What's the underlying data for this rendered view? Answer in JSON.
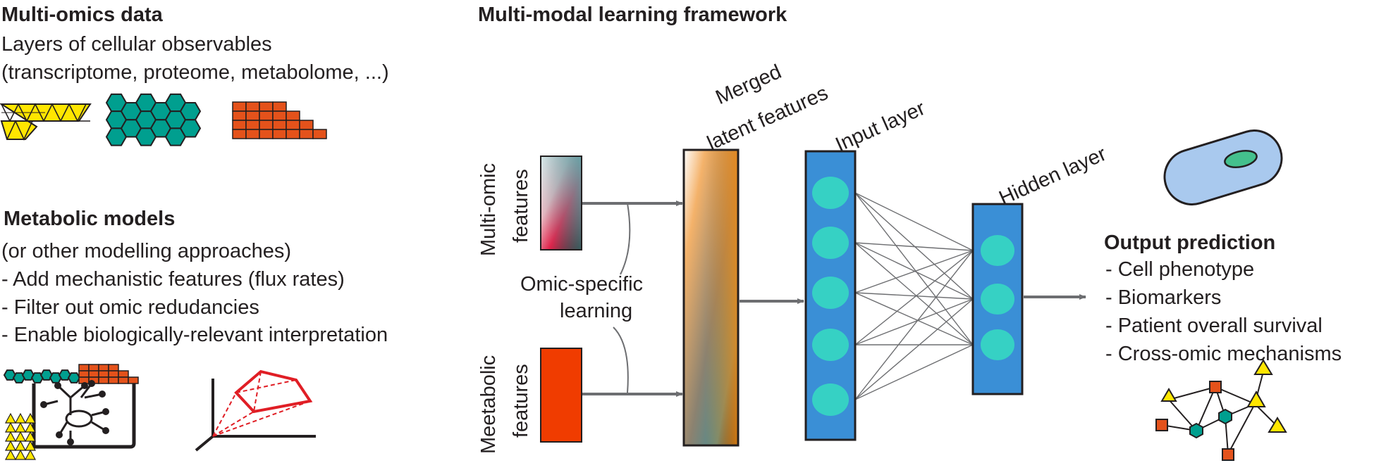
{
  "left": {
    "omics_title": "Multi-omics data",
    "omics_line1": "Layers of cellular observables",
    "omics_line2": "(transcriptome, proteome, metabolome, ...)",
    "models_title": "Metabolic models",
    "models_lines": [
      "(or other modelling approaches)",
      "- Add mechanistic features (flux rates)",
      "- Filter out omic redudancies",
      "- Enable biologically-relevant interpretation"
    ]
  },
  "framework": {
    "title": "Multi-modal learning framework",
    "merged_line1": "Merged",
    "merged_line2": "latent features",
    "input_layer": "Input layer",
    "hidden_layer": "Hidden layer",
    "multiomic_line1": "Multi-omic",
    "multiomic_line2": "features",
    "metabolic_line1": "Meetabolic",
    "metabolic_line2": "features",
    "omic_specific_line1": "Omic-specific",
    "omic_specific_line2": "learning"
  },
  "output": {
    "title": "Output prediction",
    "items": [
      "- Cell phenotype",
      "- Biomarkers",
      "- Patient overall survival",
      "- Cross-omic mechanisms"
    ]
  },
  "colors": {
    "text": "#231f20",
    "triangle_yellow": "#ffe600",
    "hexagon_teal": "#009f8f",
    "brick_orange": "#e4521b",
    "layer_blue": "#3a8fd6",
    "node_cyan": "#36d1c4",
    "arrow_gray": "#6d6e71",
    "metabolic_red": "#f03c00",
    "cell_blue": "#a9c9ee",
    "nucleus_green": "#44c08d"
  }
}
